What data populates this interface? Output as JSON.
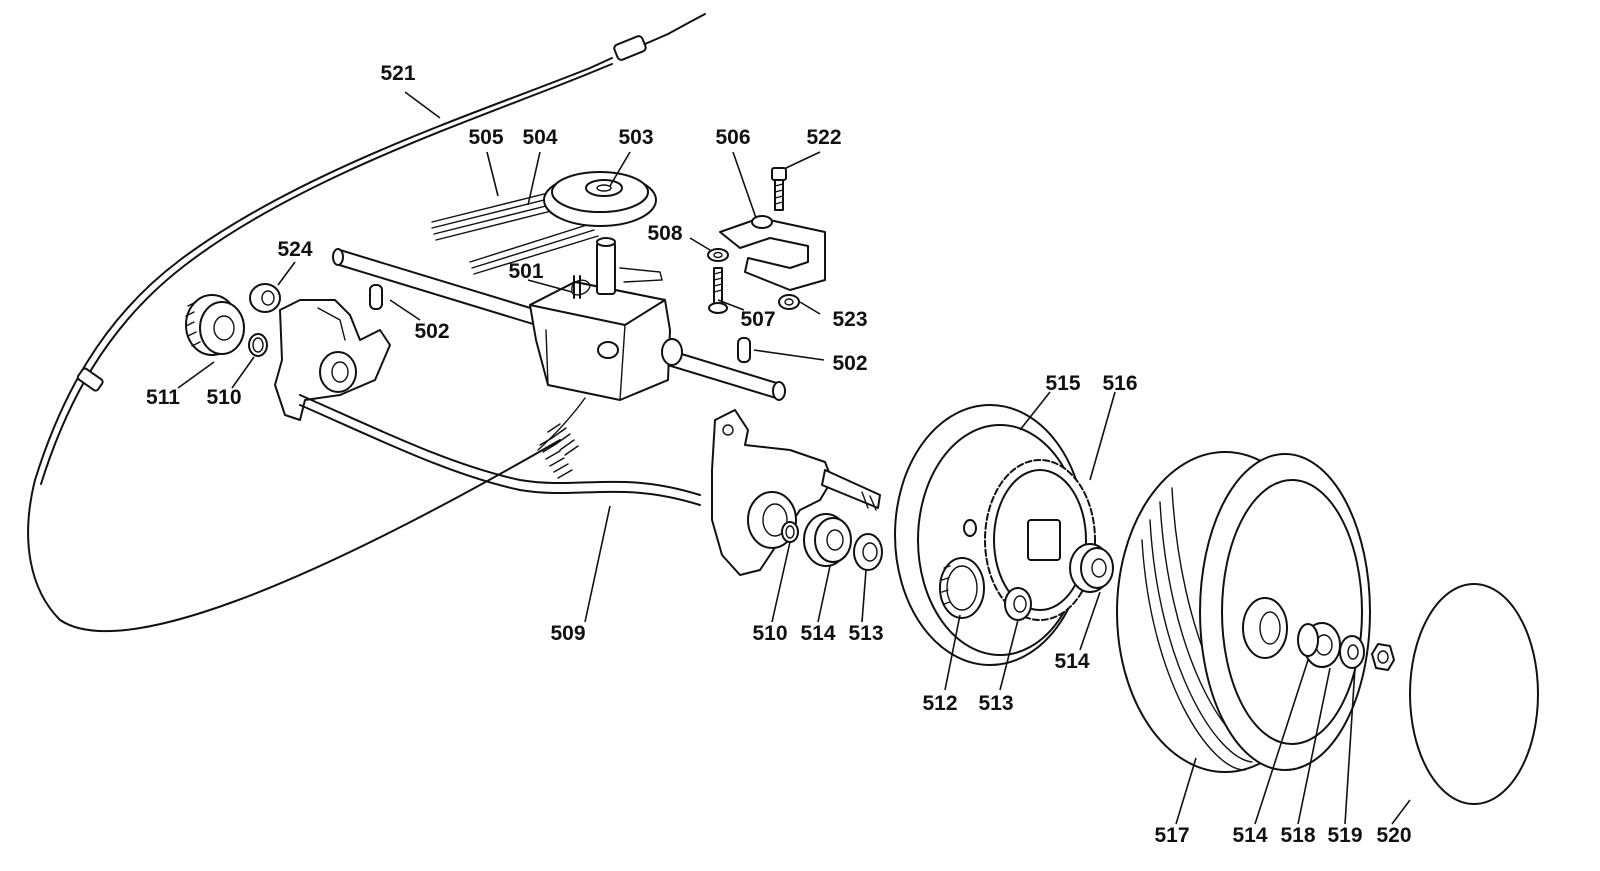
{
  "labels": {
    "p501": "501",
    "p502a": "502",
    "p502b": "502",
    "p503": "503",
    "p504": "504",
    "p505": "505",
    "p506": "506",
    "p507": "507",
    "p508": "508",
    "p509": "509",
    "p510a": "510",
    "p510b": "510",
    "p511": "511",
    "p512": "512",
    "p513a": "513",
    "p513b": "513",
    "p514a": "514",
    "p514b": "514",
    "p514c": "514",
    "p515": "515",
    "p516": "516",
    "p517": "517",
    "p518": "518",
    "p519": "519",
    "p520": "520",
    "p521": "521",
    "p522": "522",
    "p523": "523",
    "p524": "524"
  },
  "style": {
    "ink": "#111111",
    "paper": "#ffffff"
  }
}
